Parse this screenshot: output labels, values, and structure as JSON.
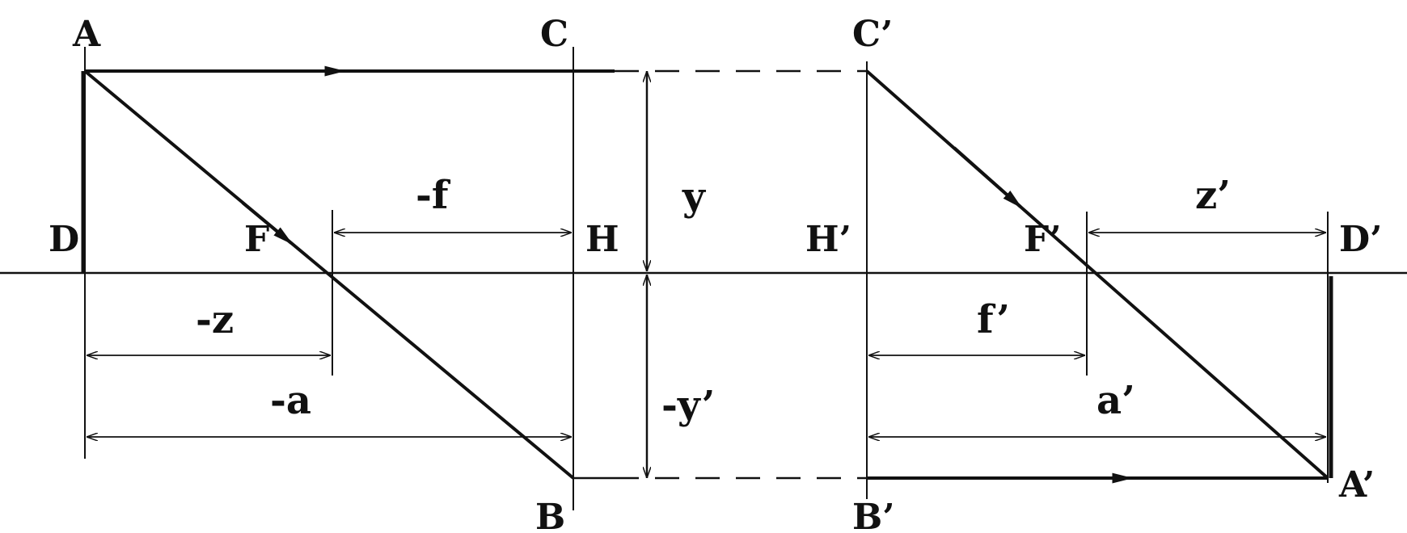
{
  "points": {
    "A": "A",
    "C": "C",
    "D": "D",
    "F": "F",
    "H": "H",
    "B": "B",
    "C_prime": "C’",
    "H_prime": "H’",
    "F_prime": "F’",
    "D_prime": "D’",
    "A_prime": "A’",
    "B_prime": "B’"
  },
  "dimensions": {
    "neg_f": "-f",
    "neg_z": "-z",
    "neg_a": "-a",
    "y": "y",
    "neg_y_prime": "-y’",
    "z_prime": "z’",
    "f_prime": "f’",
    "a_prime": "a’"
  },
  "colors": {
    "ink": "#111111",
    "background": "#ffffff"
  }
}
